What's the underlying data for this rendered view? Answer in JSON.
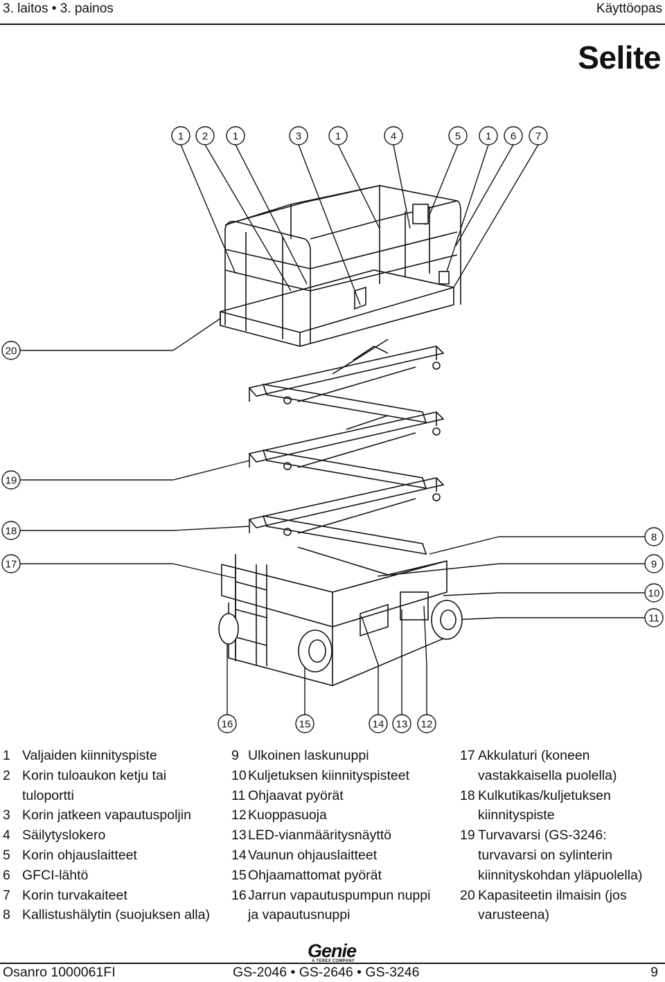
{
  "header": {
    "left": "3. laitos • 3. painos",
    "right": "Käyttöopas"
  },
  "title": "Selite",
  "callouts": {
    "top": [
      "1",
      "2",
      "1",
      "3",
      "1",
      "4",
      "5",
      "1",
      "6",
      "7"
    ],
    "left": [
      "20",
      "19",
      "18",
      "17"
    ],
    "right": [
      "8",
      "9",
      "10",
      "11"
    ],
    "bottom": [
      "16",
      "15",
      "14",
      "13",
      "12"
    ]
  },
  "legend": {
    "col1": [
      {
        "num": "1",
        "text": "Valjaiden kiinnityspiste"
      },
      {
        "num": "2",
        "text": "Korin tuloaukon ketju tai tuloportti"
      },
      {
        "num": "3",
        "text": "Korin jatkeen vapautuspoljin"
      },
      {
        "num": "4",
        "text": "Säilytyslokero"
      },
      {
        "num": "5",
        "text": "Korin ohjauslaitteet"
      },
      {
        "num": "6",
        "text": "GFCI-lähtö"
      },
      {
        "num": "7",
        "text": "Korin turvakaiteet"
      },
      {
        "num": "8",
        "text": "Kallistushälytin (suojuksen alla)"
      }
    ],
    "col2": [
      {
        "num": "9",
        "text": "Ulkoinen laskunuppi"
      },
      {
        "num": "10",
        "text": "Kuljetuksen kiinnityspisteet"
      },
      {
        "num": "11",
        "text": "Ohjaavat pyörät"
      },
      {
        "num": "12",
        "text": "Kuoppasuoja"
      },
      {
        "num": "13",
        "text": "LED-vianmääritysnäyttö"
      },
      {
        "num": "14",
        "text": "Vaunun ohjauslaitteet"
      },
      {
        "num": "15",
        "text": "Ohjaamattomat pyörät"
      },
      {
        "num": "16",
        "text": "Jarrun vapautuspumpun nuppi ja vapautusnuppi"
      }
    ],
    "col3": [
      {
        "num": "17",
        "text": "Akkulaturi (koneen vastakkaisella puolella)"
      },
      {
        "num": "18",
        "text": "Kulkutikas/kuljetuksen kiinnityspiste"
      },
      {
        "num": "19",
        "text": "Turvavarsi (GS-3246: turvavarsi on sylinterin kiinnityskohdan yläpuolella)"
      },
      {
        "num": "20",
        "text": "Kapasiteetin ilmaisin (jos varusteena)"
      }
    ]
  },
  "logo": {
    "word": "Genie",
    "sub": "A TEREX COMPANY"
  },
  "footer": {
    "left": "Osanro 1000061FI",
    "middle": "GS-2046 • GS-2646 • GS-3246",
    "right": "9"
  }
}
